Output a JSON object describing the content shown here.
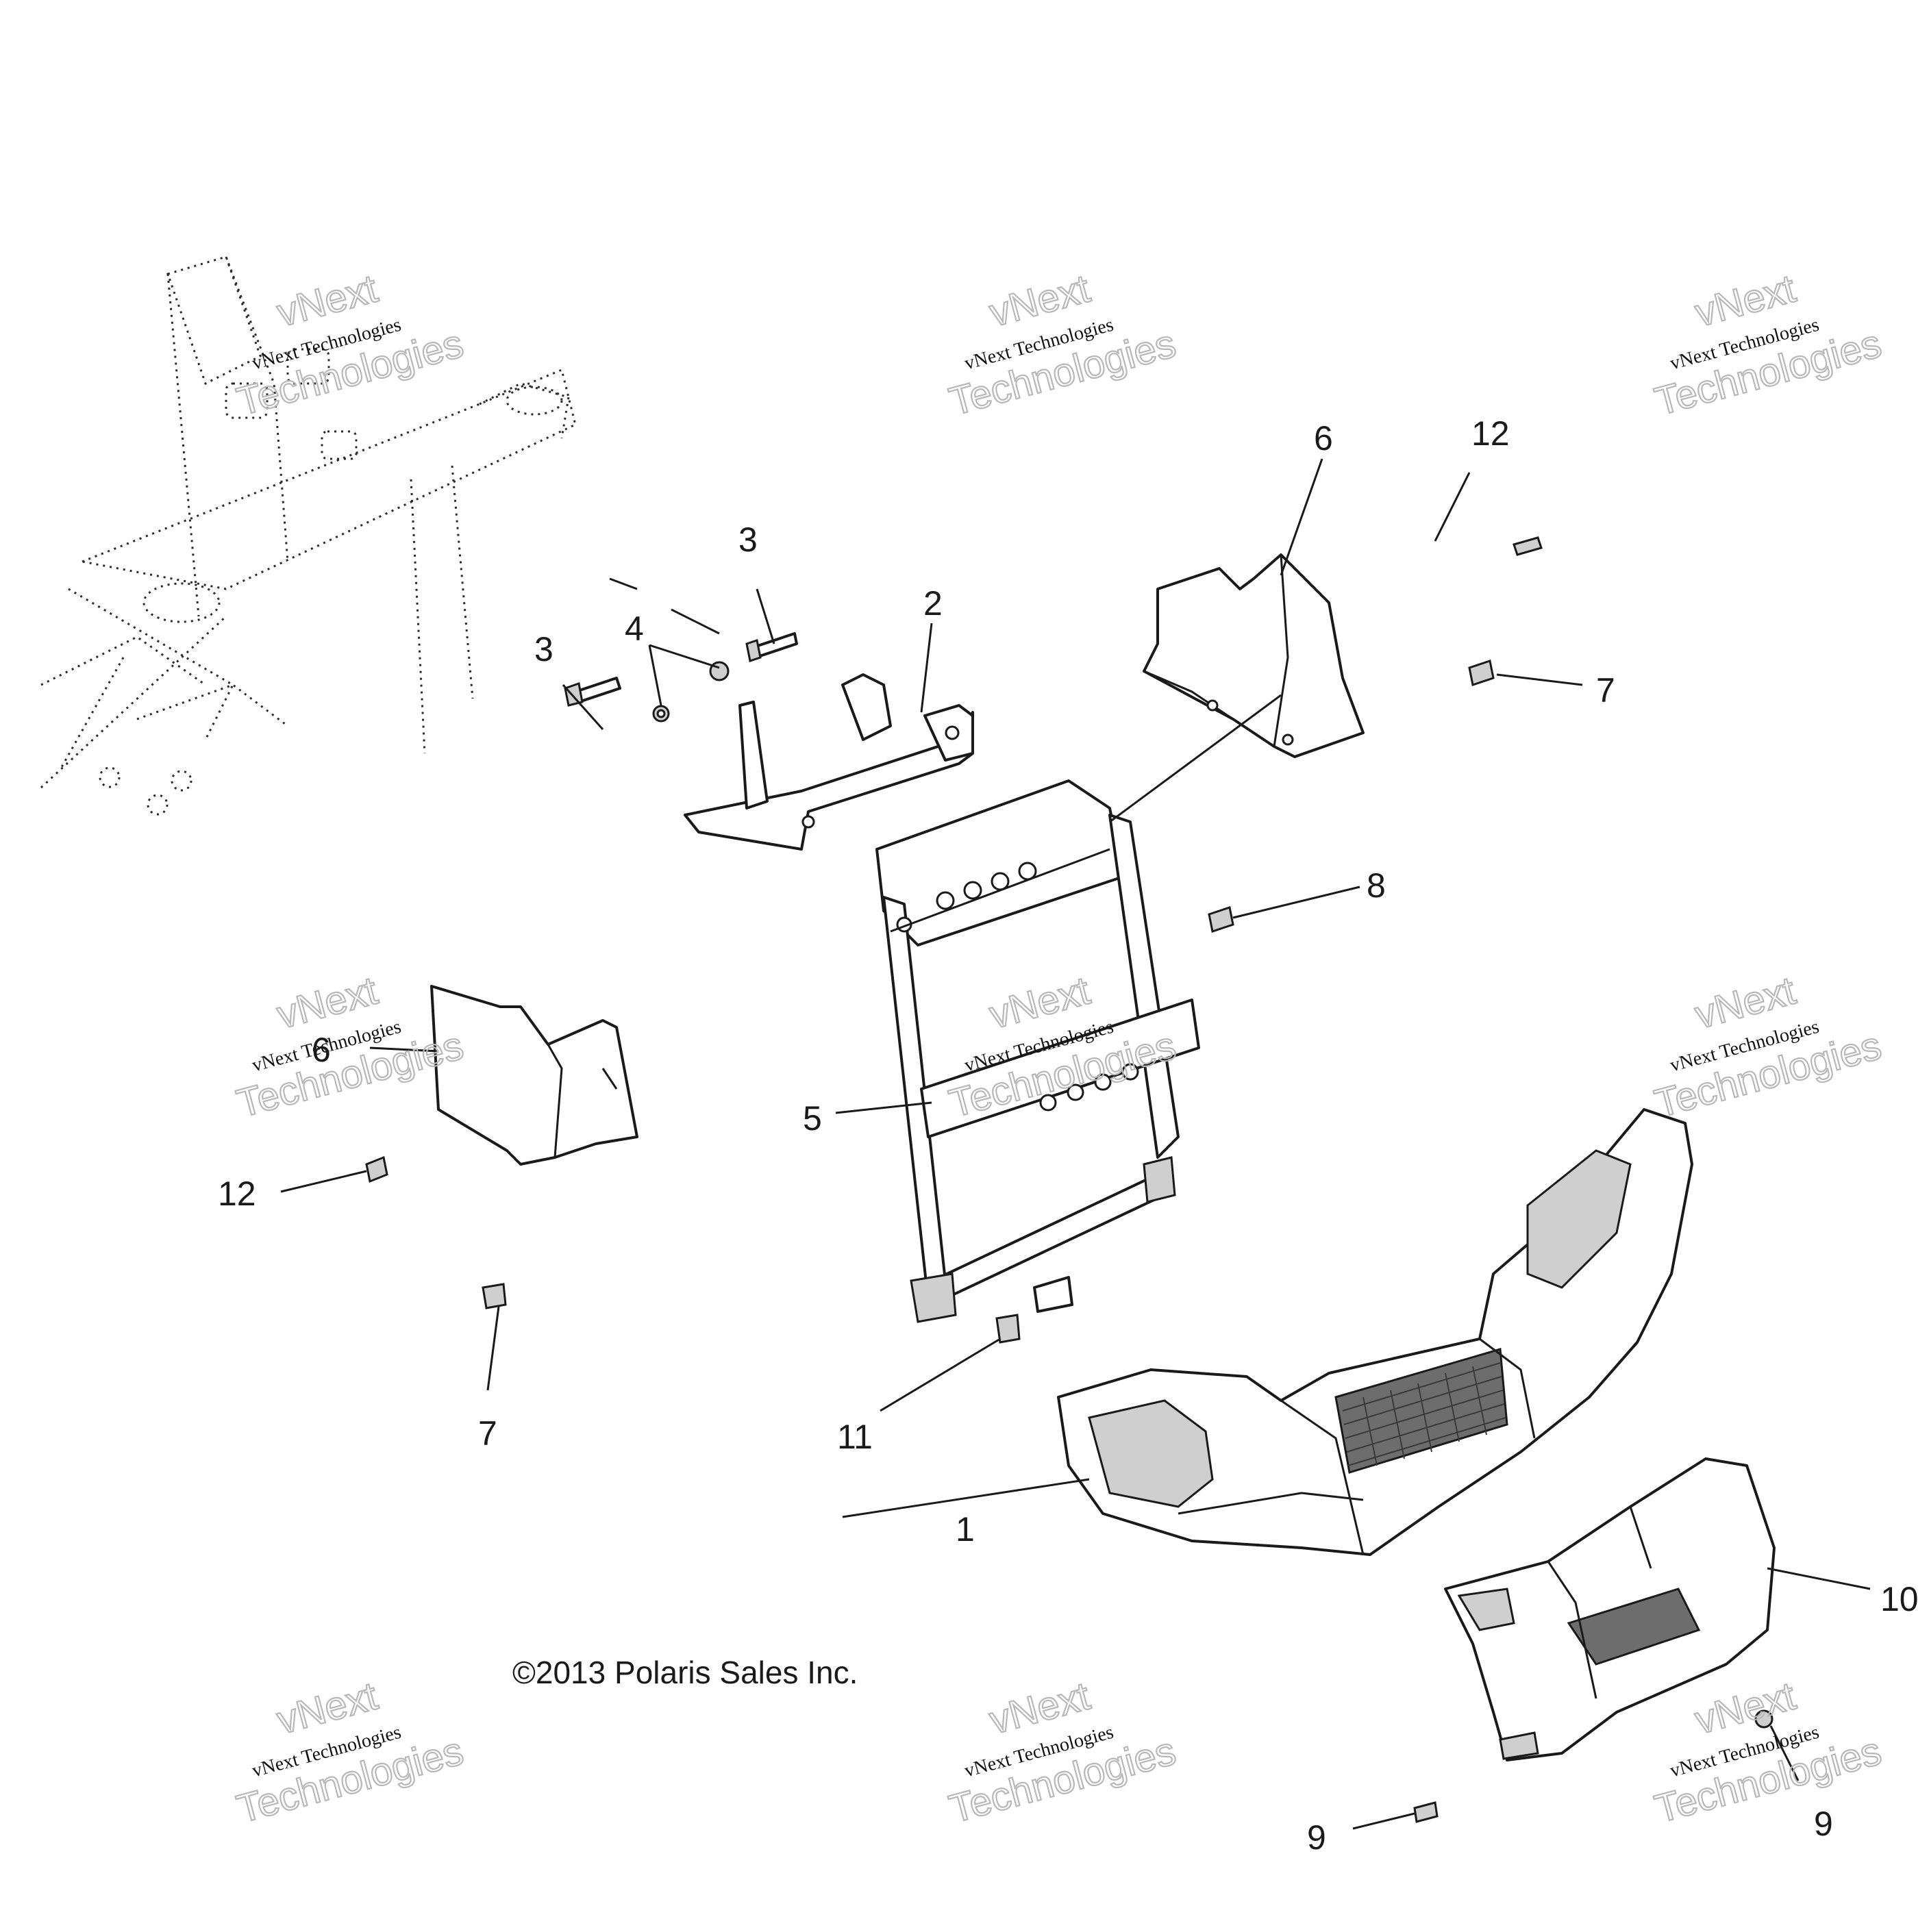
{
  "copyright": "©2013 Polaris Sales Inc.",
  "watermark": {
    "line1": "vNext",
    "line2": "vNext Technologies",
    "line3": "Technologies"
  },
  "callouts": {
    "c1": "1",
    "c2": "2",
    "c3a": "3",
    "c3b": "3",
    "c4": "4",
    "c5": "5",
    "c6a": "6",
    "c6b": "6",
    "c7a": "7",
    "c7b": "7",
    "c8": "8",
    "c9a": "9",
    "c9b": "9",
    "c10": "10",
    "c11": "11",
    "c12a": "12",
    "c12b": "12"
  },
  "colors": {
    "line": "#1a1a1a",
    "watermark_outline": "#b8b8b8",
    "background": "#ffffff"
  }
}
